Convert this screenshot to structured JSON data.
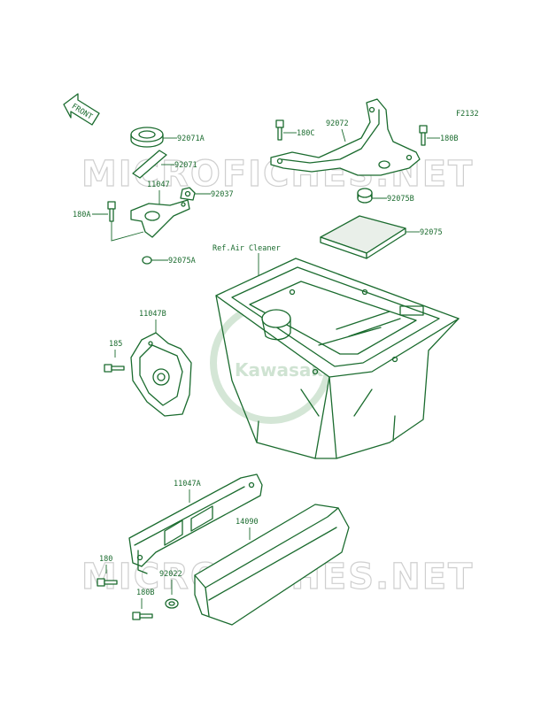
{
  "diagram": {
    "figure_code": "F2132",
    "front_arrow_label": "FRONT",
    "reference_note": "Ref.Air Cleaner",
    "watermark_text": "MICROFICHES.NET",
    "logo_text": "Kawasaki",
    "labels": {
      "p92071A": "92071A",
      "p92071": "92071",
      "p11047": "11047",
      "p92037": "92037",
      "p180A": "180A",
      "p92075A": "92075A",
      "p92072": "92072",
      "p180C": "180C",
      "p180B_top": "180B",
      "p92075B": "92075B",
      "p92075": "92075",
      "p11047B": "11047B",
      "p185": "185",
      "p11047A": "11047A",
      "p14090": "14090",
      "p180": "180",
      "p92022": "92022",
      "p180B_bottom": "180B"
    },
    "colors": {
      "line": "#1a6b2e",
      "watermark": "#cfcfcf"
    }
  }
}
